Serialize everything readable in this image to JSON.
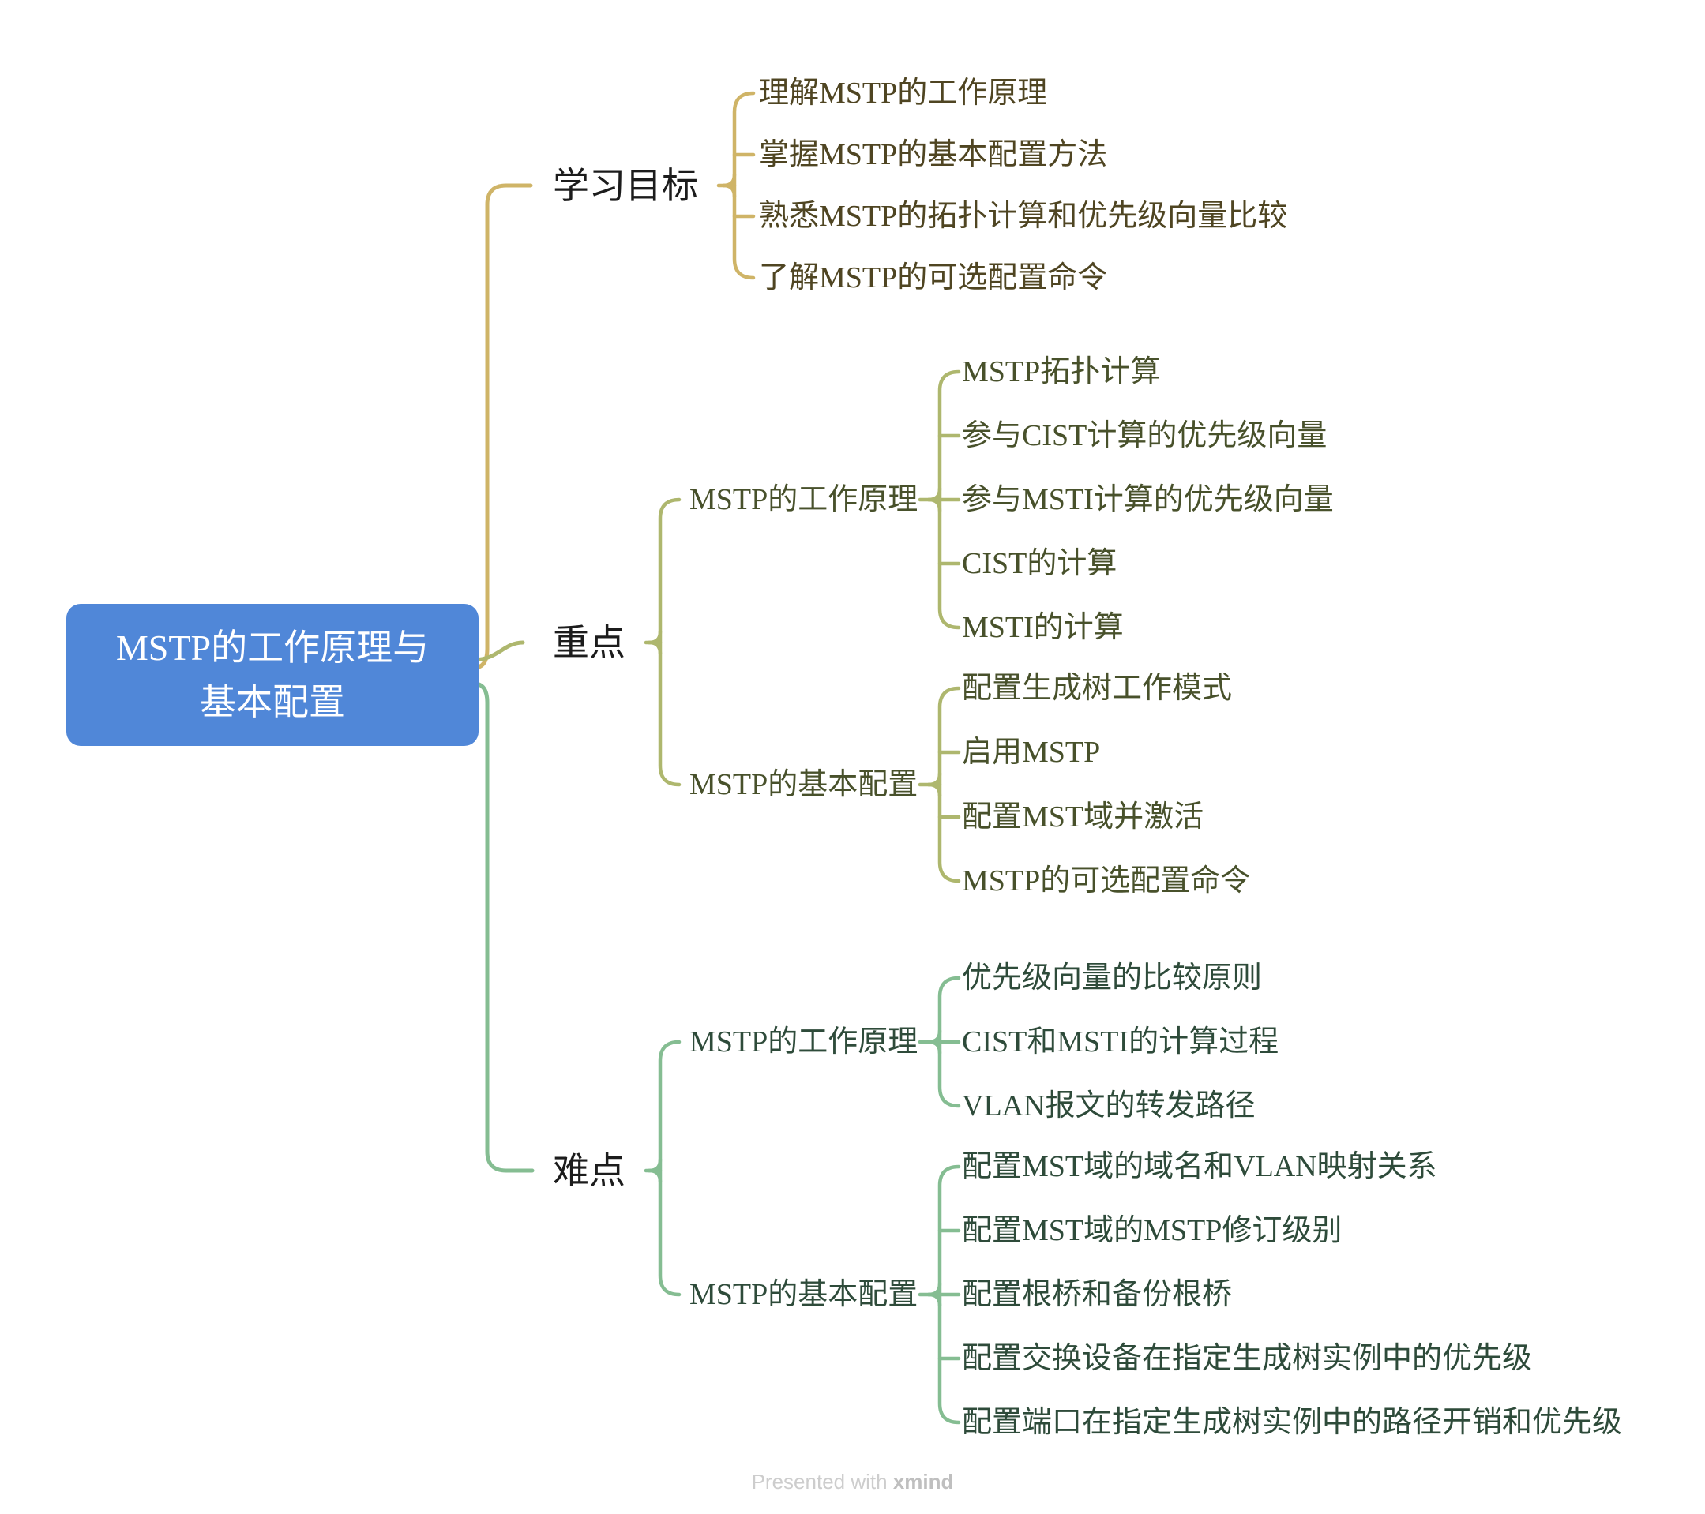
{
  "root": {
    "title": "MSTP的工作原理与基本配置"
  },
  "colors": {
    "root_fill": "#5087d8",
    "root_text": "#ffffff",
    "level1_text": "#1c1c1c",
    "footer_text": "#cdcdcd"
  },
  "branches": [
    {
      "label": "学习目标",
      "line_color": "#cfb467",
      "topic_text_color": "#4f4522",
      "children": [
        {
          "label": "理解MSTP的工作原理"
        },
        {
          "label": "掌握MSTP的基本配置方法"
        },
        {
          "label": "熟悉MSTP的拓扑计算和优先级向量比较"
        },
        {
          "label": "了解MSTP的可选配置命令"
        }
      ]
    },
    {
      "label": "重点",
      "line_color": "#aeb76e",
      "topic_text_color": "#48512b",
      "children": [
        {
          "label": "MSTP的工作原理",
          "children": [
            {
              "label": "MSTP拓扑计算"
            },
            {
              "label": "参与CIST计算的优先级向量"
            },
            {
              "label": "参与MSTI计算的优先级向量"
            },
            {
              "label": "CIST的计算"
            },
            {
              "label": "MSTI的计算"
            }
          ]
        },
        {
          "label": "MSTP的基本配置",
          "children": [
            {
              "label": "配置生成树工作模式"
            },
            {
              "label": "启用MSTP"
            },
            {
              "label": "配置MST域并激活"
            },
            {
              "label": "MSTP的可选配置命令"
            }
          ]
        }
      ]
    },
    {
      "label": "难点",
      "line_color": "#85bd92",
      "topic_text_color": "#2e4b3a",
      "children": [
        {
          "label": "MSTP的工作原理",
          "children": [
            {
              "label": "优先级向量的比较原则"
            },
            {
              "label": "CIST和MSTI的计算过程"
            },
            {
              "label": "VLAN报文的转发路径"
            }
          ]
        },
        {
          "label": "MSTP的基本配置",
          "children": [
            {
              "label": "配置MST域的域名和VLAN映射关系"
            },
            {
              "label": "配置MST域的MSTP修订级别"
            },
            {
              "label": "配置根桥和备份根桥"
            },
            {
              "label": "配置交换设备在指定生成树实例中的优先级"
            },
            {
              "label": "配置端口在指定生成树实例中的路径开销和优先级"
            }
          ]
        }
      ]
    }
  ],
  "footer": {
    "prefix": "Presented with ",
    "brand": "xmind"
  }
}
